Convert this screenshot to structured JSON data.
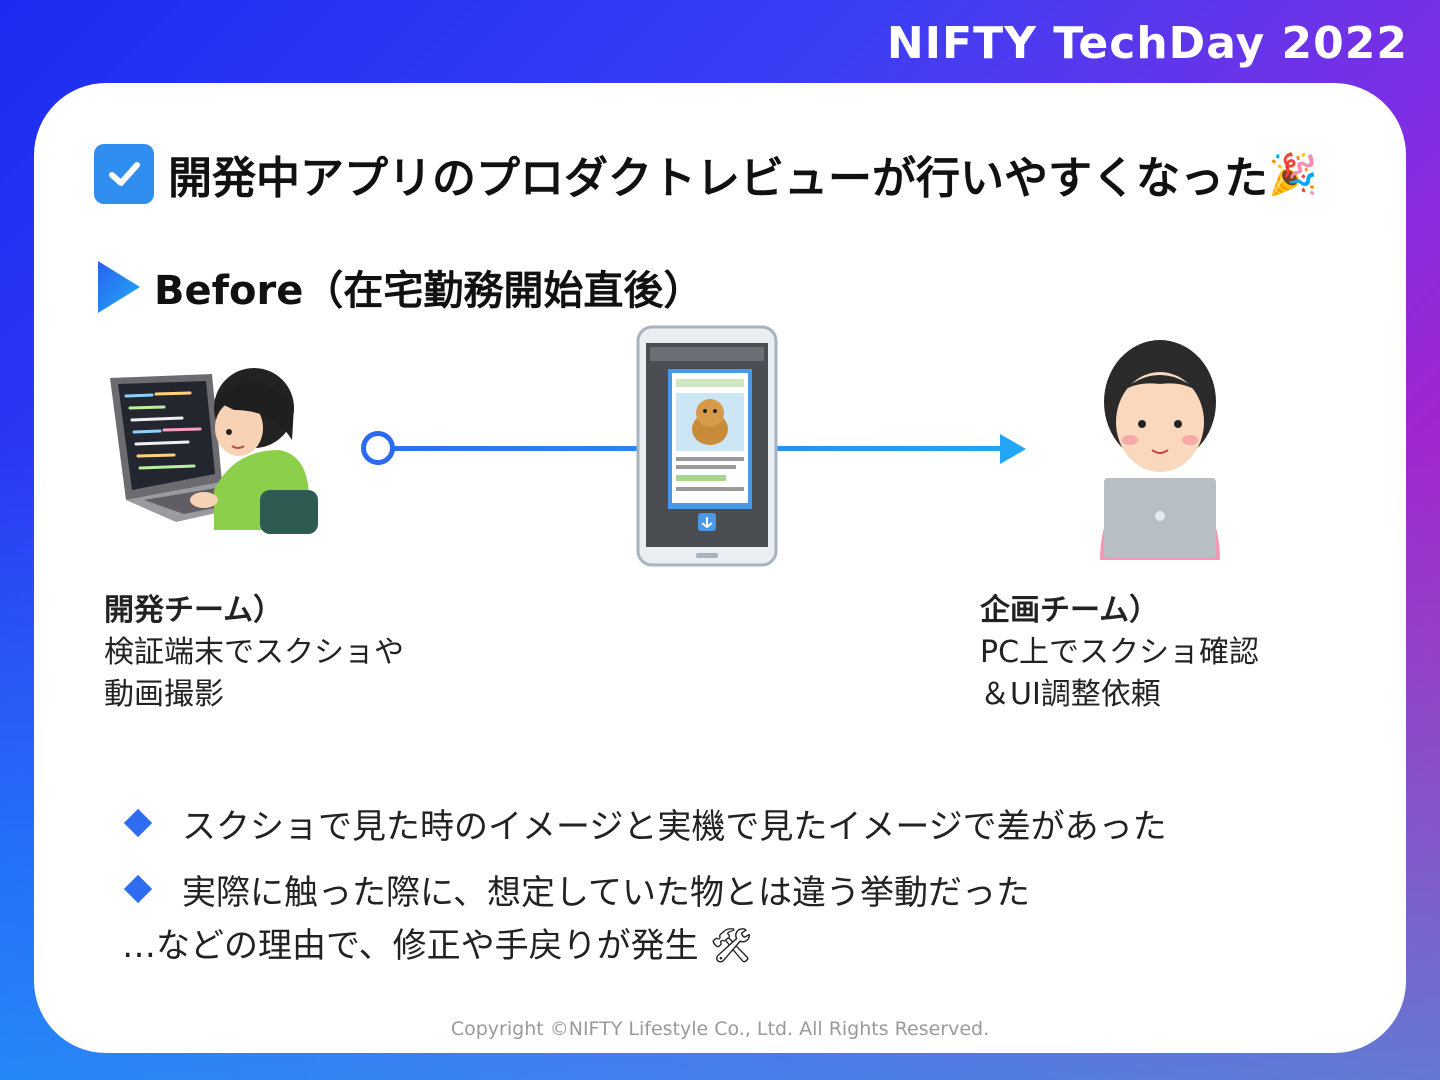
{
  "brand": {
    "text": "NIFTY TechDay 2022"
  },
  "title": {
    "text": "開発中アプリのプロダクトレビューが行いやすくなった",
    "emoji": "🎉"
  },
  "subtitle": {
    "text": "Before（在宅勤務開始直後）"
  },
  "dev_team": {
    "name": "開発チーム）",
    "line1": "検証端末でスクショや",
    "line2": "動画撮影"
  },
  "plan_team": {
    "name": "企画チーム）",
    "line1": "PC上でスクショ確認",
    "line2": "＆UI調整依頼"
  },
  "bullets": [
    "スクショで見た時のイメージと実機で見たイメージで差があった",
    "実際に触った際に、想定していた物とは違う挙動だった"
  ],
  "conclusion": {
    "text": "…などの理由で、修正や手戻りが発生",
    "emoji": "🛠"
  },
  "copyright": {
    "text": "Copyright ©NIFTY Lifestyle Co., Ltd. All Rights Reserved."
  },
  "colors": {
    "accent": "#2f8ef0",
    "flow": "#2a6af0",
    "text": "#111111"
  }
}
